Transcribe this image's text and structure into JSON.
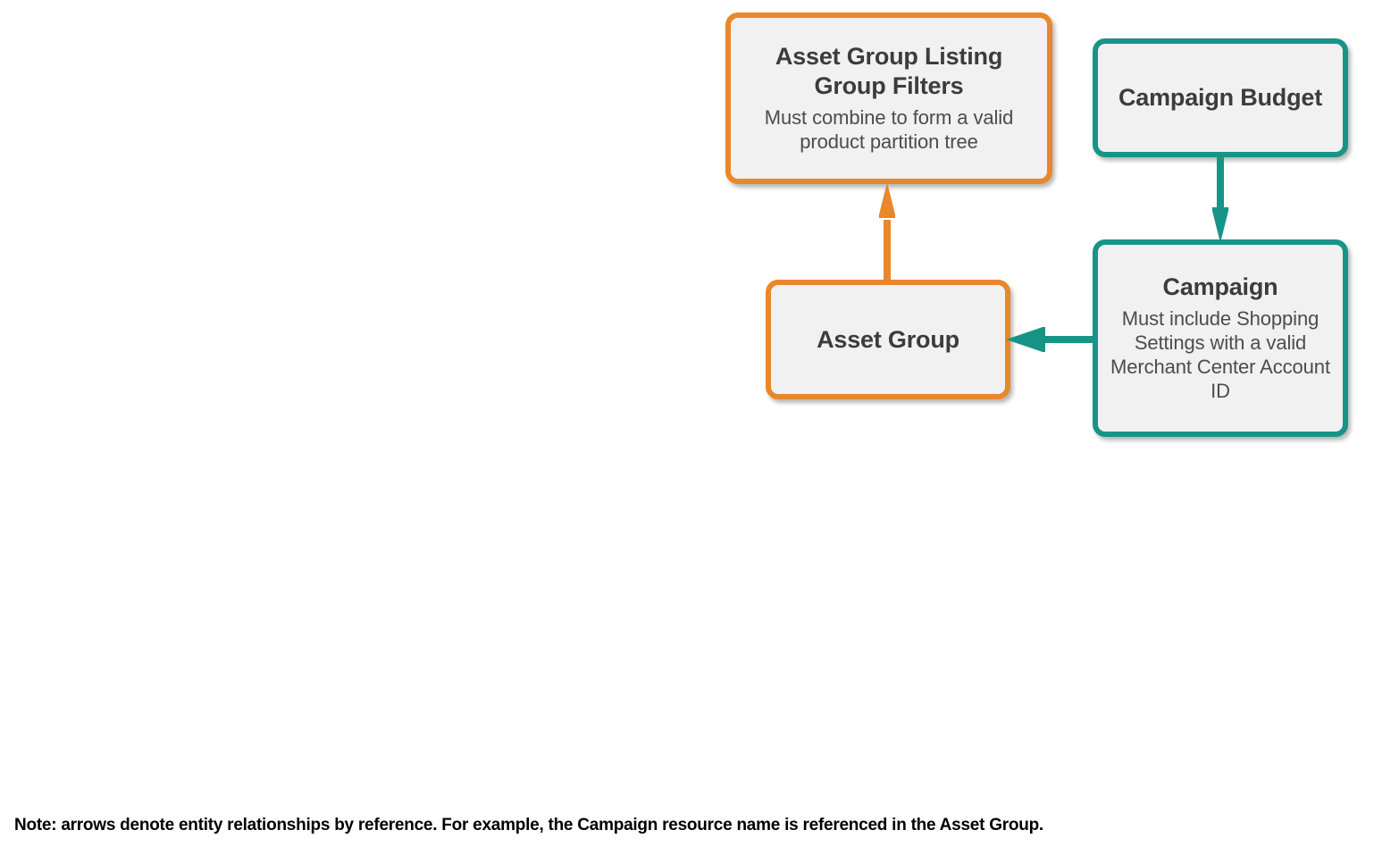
{
  "diagram": {
    "colors": {
      "orange": "#e8882a",
      "teal": "#189487",
      "node_fill": "#f1f1f1",
      "title_text": "#3c3c3c",
      "body_text": "#4c4c4c",
      "background": "#ffffff"
    },
    "nodes": [
      {
        "id": "asset-group-listing-group-filters",
        "title": "Asset Group Listing Group Filters",
        "description": "Must combine to form a valid product partition tree",
        "color": "orange"
      },
      {
        "id": "campaign-budget",
        "title": "Campaign Budget",
        "description": "",
        "color": "teal"
      },
      {
        "id": "asset-group",
        "title": "Asset Group",
        "description": "",
        "color": "orange"
      },
      {
        "id": "campaign",
        "title": "Campaign",
        "description": "Must include Shopping Settings with a valid Merchant Center Account ID",
        "color": "teal"
      }
    ],
    "edges": [
      {
        "id": "asset-group-to-listing-filters",
        "from": "asset-group",
        "to": "asset-group-listing-group-filters",
        "direction": "up",
        "color": "orange"
      },
      {
        "id": "campaign-budget-to-campaign",
        "from": "campaign-budget",
        "to": "campaign",
        "direction": "down",
        "color": "teal"
      },
      {
        "id": "campaign-to-asset-group",
        "from": "campaign",
        "to": "asset-group",
        "direction": "left",
        "color": "teal"
      }
    ],
    "note": "Note: arrows denote entity relationships by reference. For example, the Campaign resource name is referenced in the Asset Group."
  }
}
